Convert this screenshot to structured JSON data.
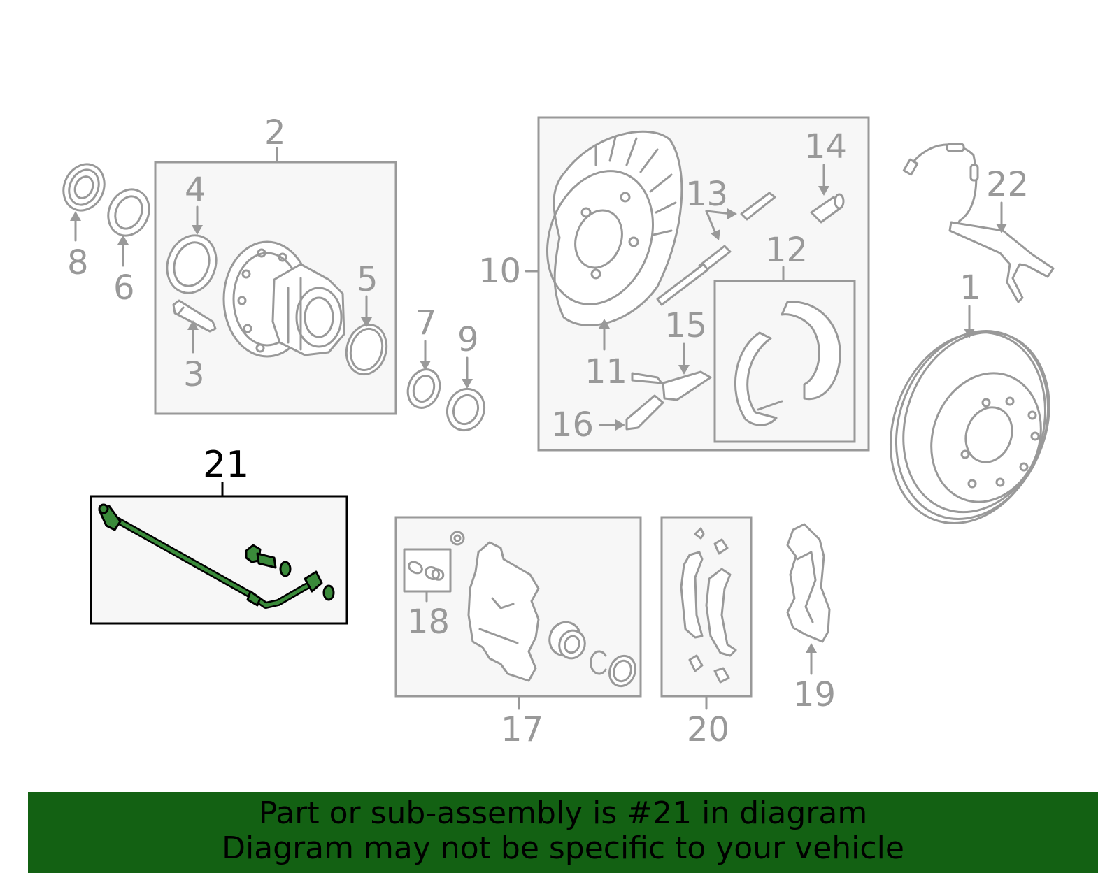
{
  "diagram": {
    "highlight_color": "#3a8a3a",
    "part_color": "#999999",
    "labels": {
      "p1": "1",
      "p2": "2",
      "p3": "3",
      "p4": "4",
      "p5": "5",
      "p6": "6",
      "p7": "7",
      "p8": "8",
      "p9": "9",
      "p10": "10",
      "p11": "11",
      "p12": "12",
      "p13": "13",
      "p14": "14",
      "p15": "15",
      "p16": "16",
      "p17": "17",
      "p18": "18",
      "p19": "19",
      "p20": "20",
      "p21": "21",
      "p22": "22"
    }
  },
  "banner": {
    "line1": "Part or sub-assembly is #21 in diagram",
    "line2": "Diagram may not be specific to your vehicle",
    "background": "#136113"
  }
}
